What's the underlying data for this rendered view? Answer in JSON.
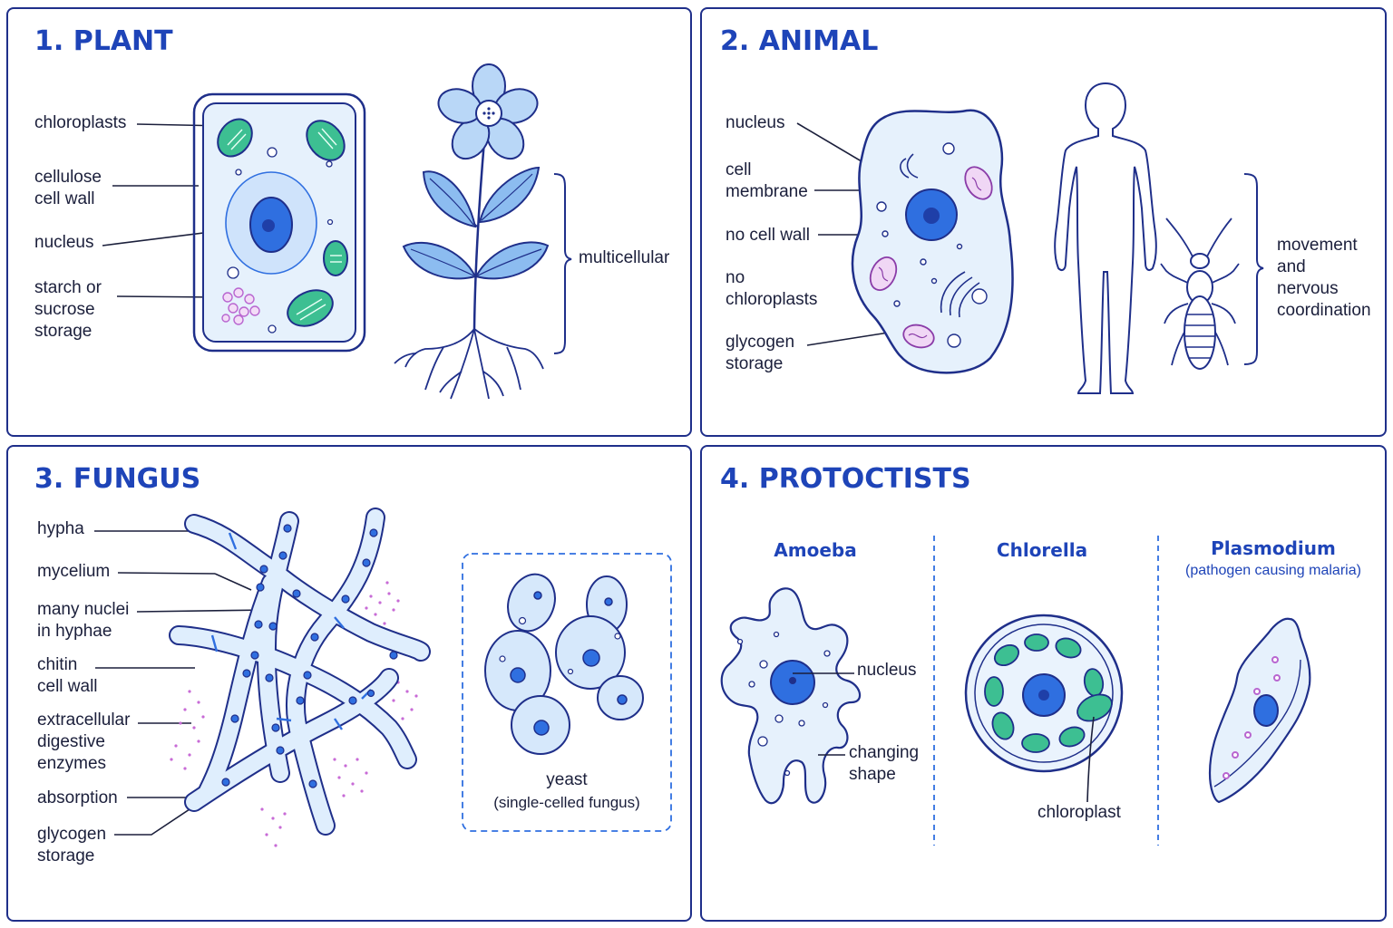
{
  "colors": {
    "title": "#1e44b8",
    "outline": "#1f2f8a",
    "cell_fill": "#e6f1fc",
    "nucleus": "#2f6fe0",
    "chloroplast": "#3dbf92",
    "enzyme_dots": "#c86bd6"
  },
  "plant": {
    "title": "1. PLANT",
    "labels": {
      "chloroplasts": "chloroplasts",
      "cell_wall": "cellulose\ncell wall",
      "nucleus": "nucleus",
      "storage": "starch or\nsucrose\nstorage",
      "multicellular": "multicellular"
    },
    "icons": [
      "plant-cell-icon",
      "flowering-plant-icon"
    ]
  },
  "animal": {
    "title": "2. ANIMAL",
    "labels": {
      "nucleus": "nucleus",
      "membrane": "cell\nmembrane",
      "no_wall": "no cell wall",
      "no_chloroplasts": "no\nchloroplasts",
      "glycogen": "glycogen\nstorage",
      "movement": "movement\nand\nnervous\ncoordination"
    },
    "icons": [
      "animal-cell-icon",
      "human-figure-icon",
      "insect-icon"
    ]
  },
  "fungus": {
    "title": "3. FUNGUS",
    "labels": {
      "hypha": "hypha",
      "mycelium": "mycelium",
      "nuclei": "many nuclei\nin hyphae",
      "chitin": "chitin\ncell wall",
      "enzymes": "extracellular\ndigestive\nenzymes",
      "absorption": "absorption",
      "glycogen": "glycogen\nstorage"
    },
    "yeast": {
      "name": "yeast",
      "note": "(single-celled fungus)"
    },
    "icons": [
      "hyphae-icon",
      "yeast-cells-icon"
    ]
  },
  "protoctists": {
    "title": "4. PROTOCTISTS",
    "amoeba": {
      "name": "Amoeba",
      "nucleus": "nucleus",
      "shape": "changing\nshape"
    },
    "chlorella": {
      "name": "Chlorella",
      "chloroplast": "chloroplast"
    },
    "plasmodium": {
      "name": "Plasmodium",
      "note": "(pathogen causing malaria)"
    },
    "icons": [
      "amoeba-icon",
      "chlorella-icon",
      "plasmodium-icon"
    ]
  }
}
